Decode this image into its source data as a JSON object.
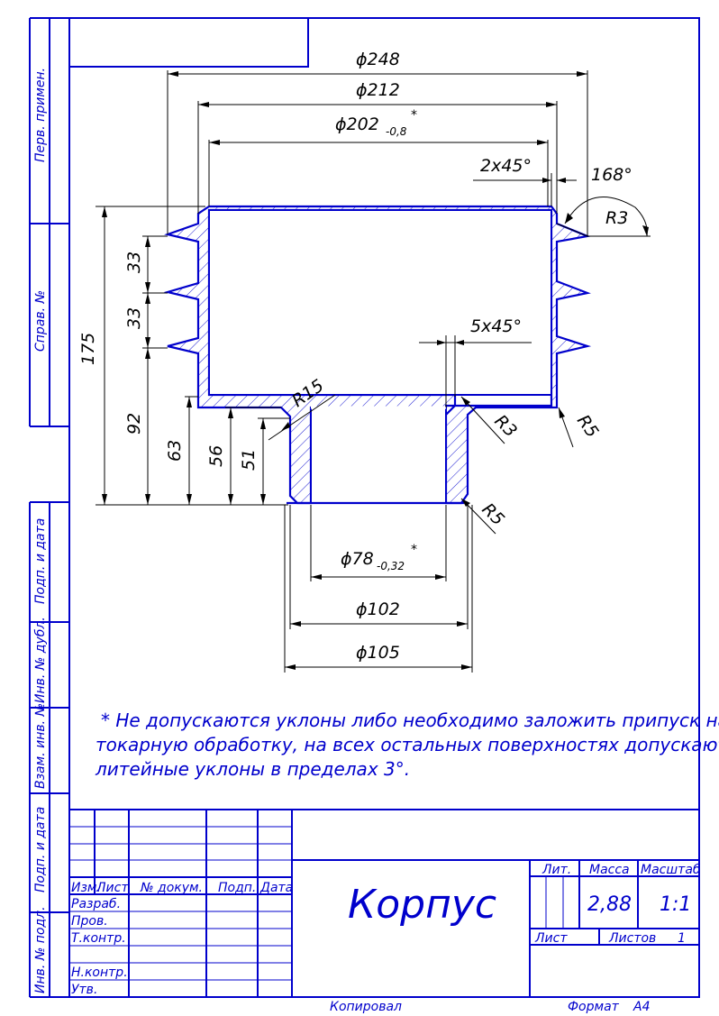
{
  "dimensions": {
    "d248": "ϕ248",
    "d212": "ϕ212",
    "d202": "ϕ202",
    "d202_tol": "-0,8",
    "d202_star": "*",
    "chamfer_top": "2x45°",
    "angle": "168°",
    "r3_top": "R3",
    "h175": "175",
    "h33a": "33",
    "h33b": "33",
    "h92": "92",
    "h63": "63",
    "h56": "56",
    "h51": "51",
    "chamfer_mid": "5x45°",
    "r15": "R15",
    "r3_mid": "R3",
    "r5_right": "R5",
    "r5_bottom": "R5",
    "d78": "ϕ78",
    "d78_tol": "-0,32",
    "d78_star": "*",
    "d102": "ϕ102",
    "d105": "ϕ105"
  },
  "note": {
    "line1": "* Не допускаются уклоны либо необходимо заложить припуск на",
    "line2": "токарную обработку, на всех остальных поверхностях допускаются",
    "line3": "литейные уклоны в пределах 3°."
  },
  "side_labels": {
    "perv_primen": "Перв. примен.",
    "sprav": "Справ. №",
    "podp_data_1": "Подп. и дата",
    "inv_dubl": "Инв. № дубл.",
    "vzam_inv": "Взам. инв. №",
    "podp_data_2": "Подп. и дата",
    "inv_podl": "Инв. № подл."
  },
  "title_block": {
    "izm": "Изм.",
    "list": "Лист",
    "n_dokum": "№ докум.",
    "podp": "Подп.",
    "data": "Дата",
    "razrab": "Разраб.",
    "prov": "Пров.",
    "t_kontr": "Т.контр.",
    "n_kontr": "Н.контр.",
    "utv": "Утв.",
    "name": "Корпус",
    "lit": "Лит.",
    "massa": "Масса",
    "masshtab": "Масштаб",
    "massa_value": "2,88",
    "masshtab_value": "1:1",
    "list_label": "Лист",
    "listov_label": "Листов",
    "listov_value": "1"
  },
  "footer": {
    "kopiroval": "Копировал",
    "format": "Формат",
    "format_value": "А4"
  }
}
